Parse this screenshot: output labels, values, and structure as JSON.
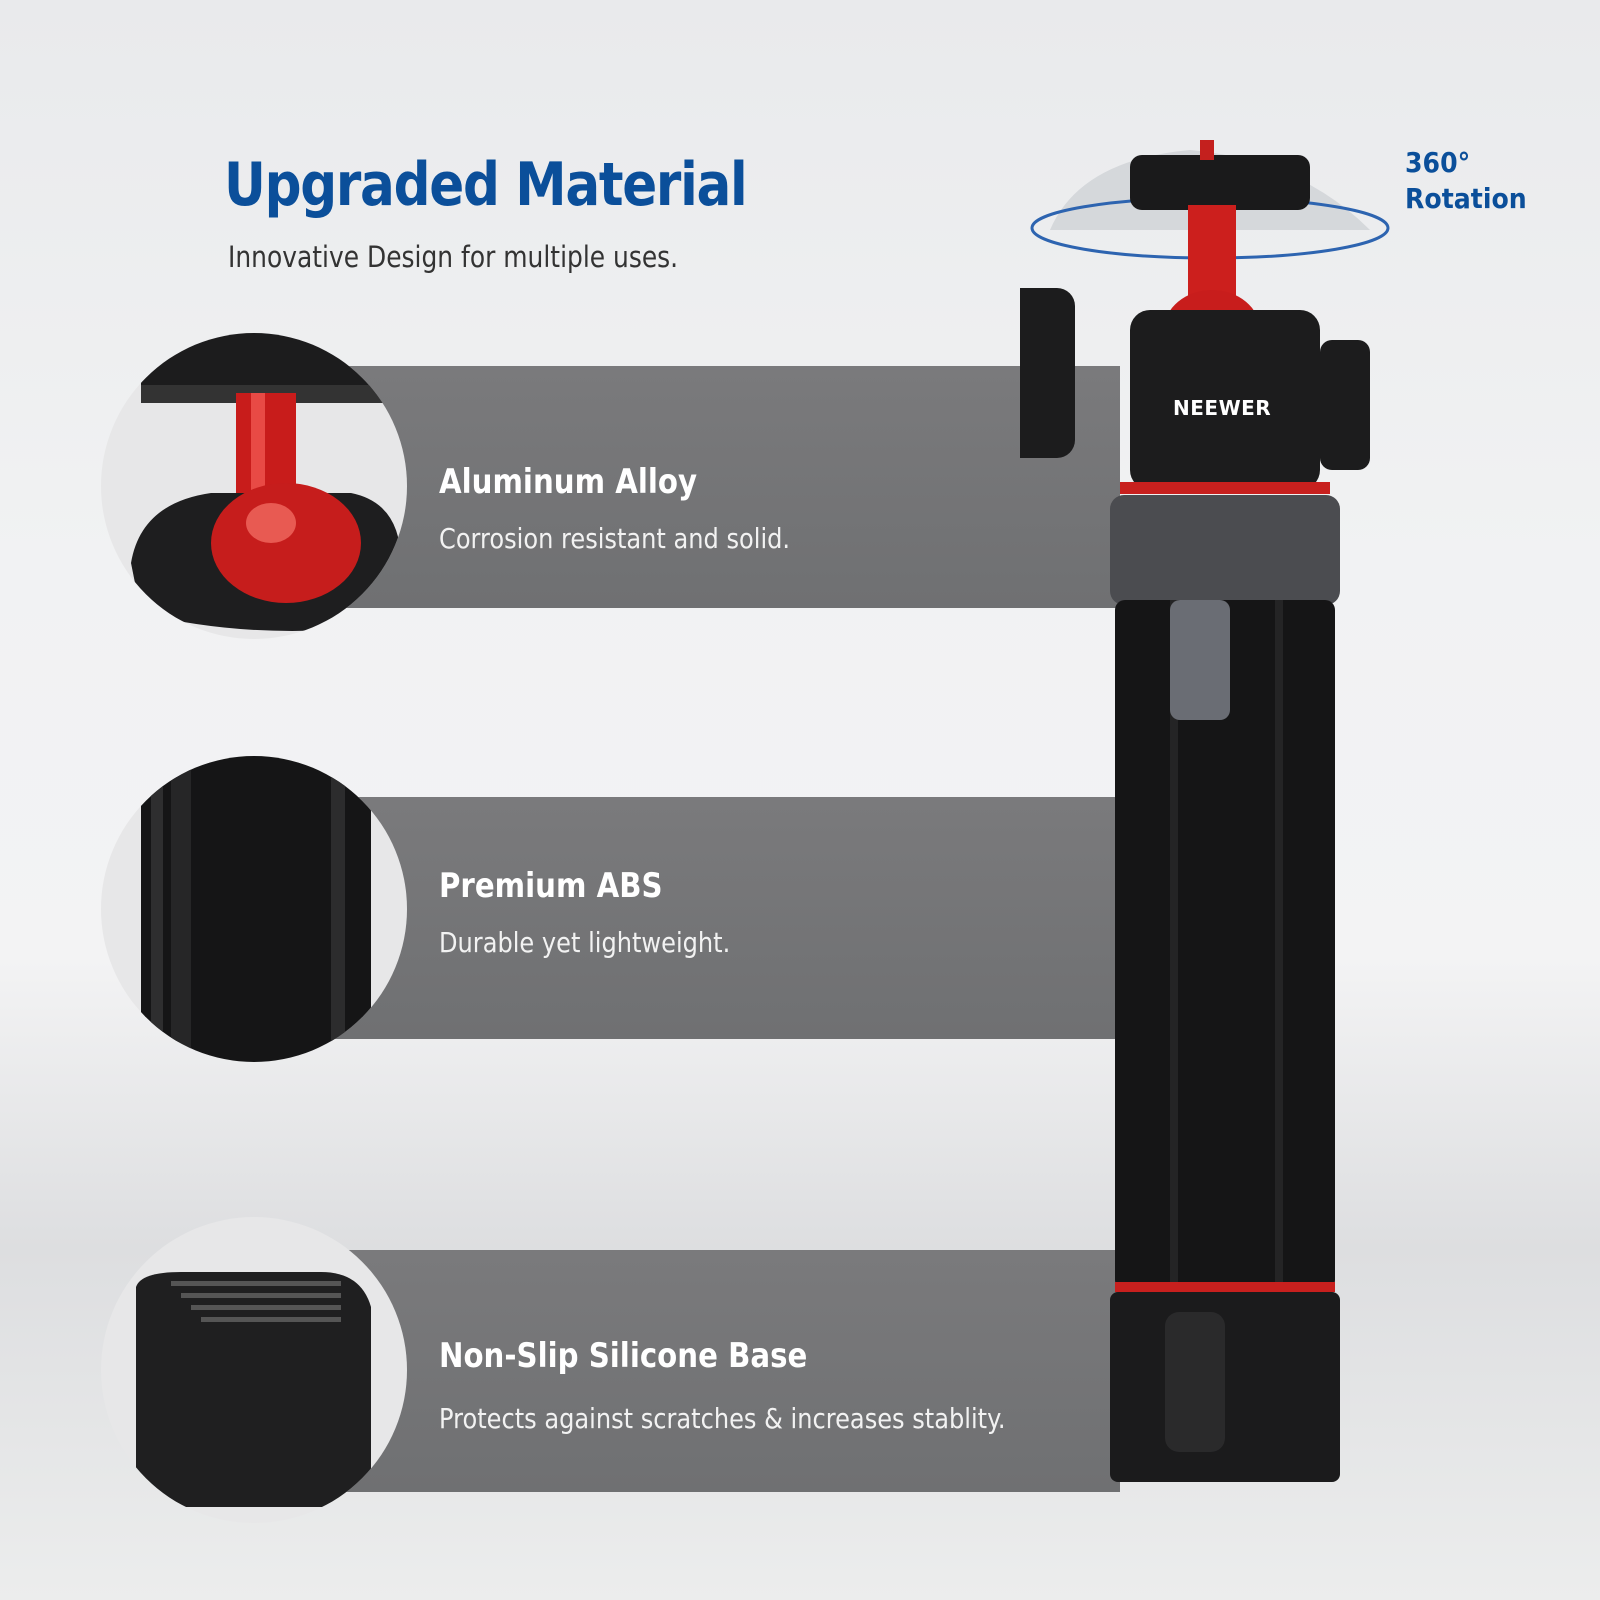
{
  "header": {
    "title": "Upgraded Material",
    "subtitle": "Innovative Design for multiple uses."
  },
  "rotation_label": {
    "line1": "360°",
    "line2": "Rotation"
  },
  "product": {
    "brand": "NEEWER",
    "icon": "tripod-image"
  },
  "features": [
    {
      "title": "Aluminum Alloy",
      "description": "Corrosion resistant and solid.",
      "icon": "ball-head-closeup"
    },
    {
      "title": "Premium ABS",
      "description": "Durable yet lightweight.",
      "icon": "leg-closeup"
    },
    {
      "title": "Non-Slip Silicone Base",
      "description": "Protects against scratches & increases stablity.",
      "icon": "foot-closeup"
    }
  ],
  "colors": {
    "accent_blue": "#0b4f9a",
    "panel_gray": "#7a7a7c",
    "accent_red": "#d8211f"
  }
}
